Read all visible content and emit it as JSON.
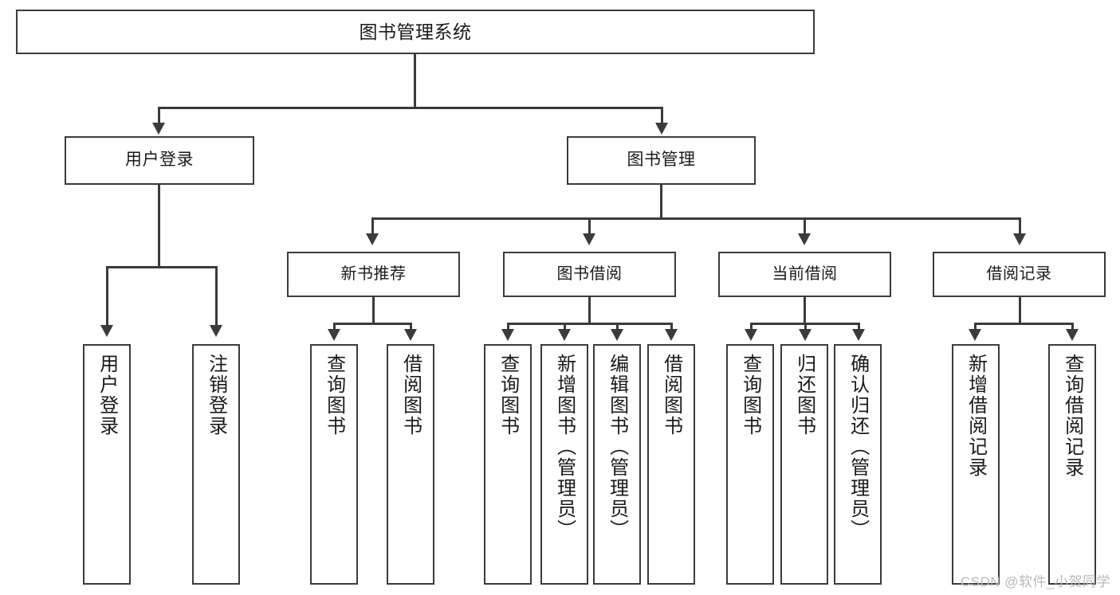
{
  "diagram": {
    "type": "hierarchy-tree",
    "title": "图书管理系统",
    "root": {
      "label": "图书管理系统"
    },
    "level1": [
      {
        "label": "用户登录"
      },
      {
        "label": "图书管理"
      }
    ],
    "level2": [
      {
        "label": "新书推荐"
      },
      {
        "label": "图书借阅"
      },
      {
        "label": "当前借阅"
      },
      {
        "label": "借阅记录"
      }
    ],
    "leaves": {
      "user_login": [
        {
          "label": "用户登录"
        },
        {
          "label": "注销登录"
        }
      ],
      "new_book_recommend": [
        {
          "label": "查询图书"
        },
        {
          "label": "借阅图书"
        }
      ],
      "book_borrow": [
        {
          "label": "查询图书"
        },
        {
          "label": "新增图书（管理员）"
        },
        {
          "label": "编辑图书（管理员）"
        },
        {
          "label": "借阅图书"
        }
      ],
      "current_borrow": [
        {
          "label": "查询图书"
        },
        {
          "label": "归还图书"
        },
        {
          "label": "确认归还（管理员）"
        }
      ],
      "borrow_record": [
        {
          "label": "新增借阅记录"
        },
        {
          "label": "查询借阅记录"
        }
      ]
    }
  },
  "watermark": {
    "text": "CSDN @软件_小贺同学"
  },
  "colors": {
    "stroke": "#3b3b3b",
    "fill": "#ffffff",
    "text": "#1a1a1a",
    "watermark": "#b9b9b9"
  }
}
